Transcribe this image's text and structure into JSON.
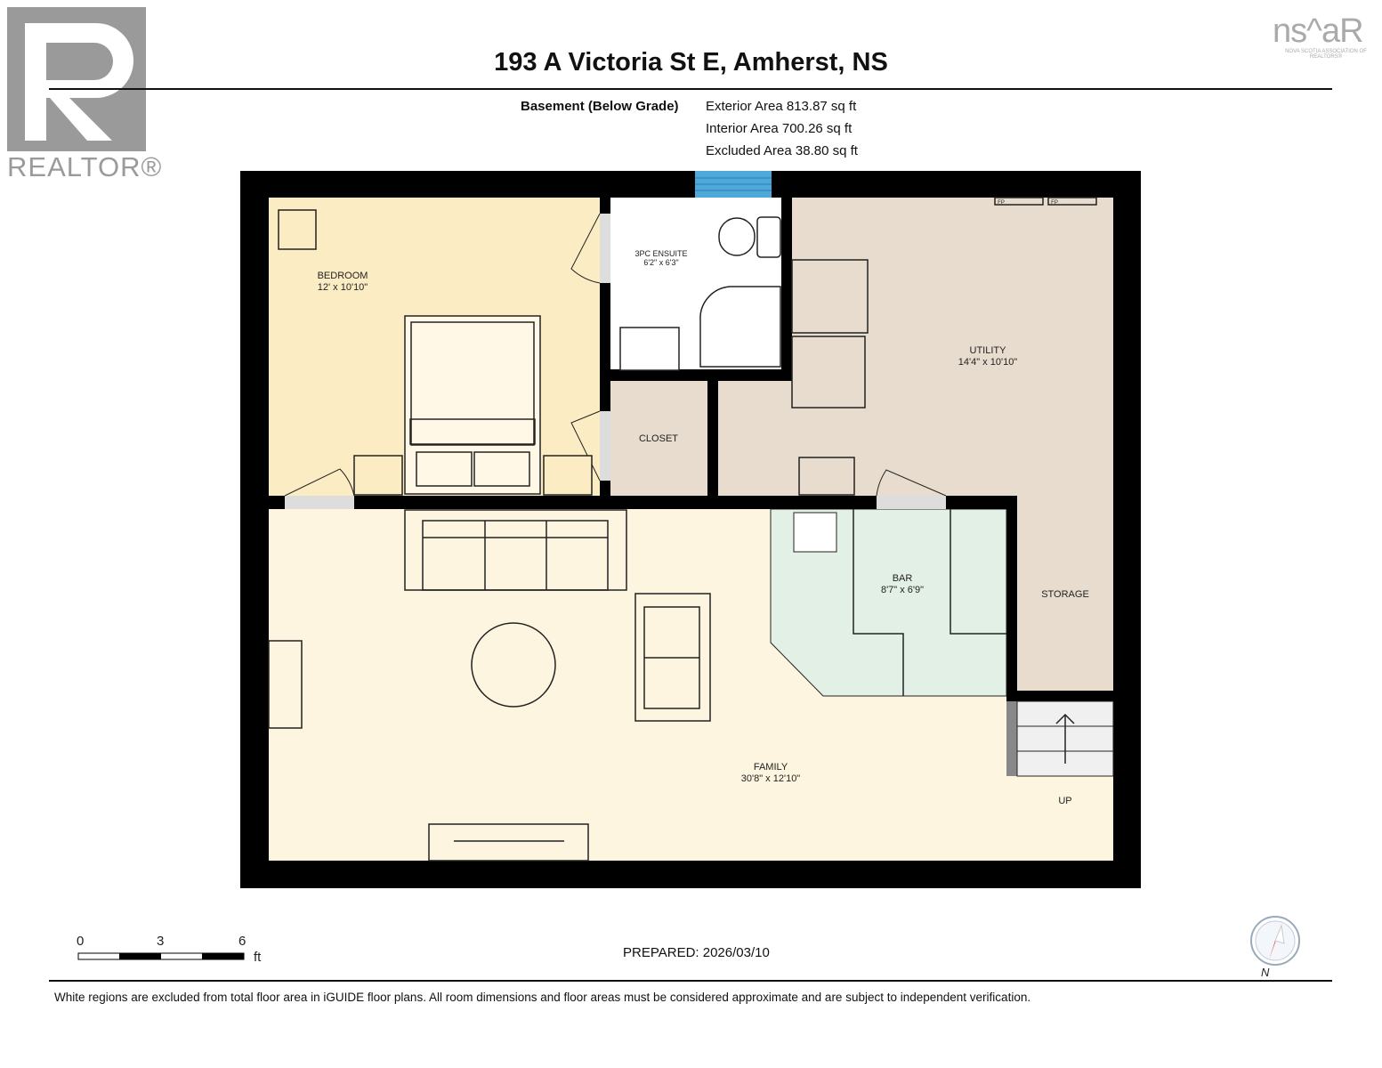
{
  "header": {
    "title": "193 A Victoria St E, Amherst, NS"
  },
  "logos": {
    "realtor": "REALTOR®",
    "nsar": "ns^aR",
    "nsar_sub": "NOVA SCOTIA ASSOCIATION OF REALTORS®"
  },
  "level": {
    "name": "Basement (Below Grade)",
    "exterior": "Exterior Area 813.87 sq ft",
    "interior": "Interior Area 700.26 sq ft",
    "excluded": "Excluded Area 38.80 sq ft"
  },
  "rooms": {
    "bedroom": {
      "name": "BEDROOM",
      "dims": "12' x 10'10\""
    },
    "ensuite": {
      "name": "3PC ENSUITE",
      "dims": "6'2\" x 6'3\""
    },
    "utility": {
      "name": "UTILITY",
      "dims": "14'4\" x 10'10\""
    },
    "closet": {
      "name": "CLOSET"
    },
    "bar": {
      "name": "BAR",
      "dims": "8'7\" x 6'9\""
    },
    "storage": {
      "name": "STORAGE"
    },
    "family": {
      "name": "FAMILY",
      "dims": "30'8\" x 12'10\""
    },
    "stairs": {
      "label": "UP"
    },
    "fp1": "FP",
    "fp2": "FP"
  },
  "colors": {
    "bedroom": "#fcecc4",
    "family": "#fdf5df",
    "utility": "#e7dccd",
    "bar": "#e2f0e6",
    "window": "#4ea9da",
    "wall": "#000000"
  },
  "scale": {
    "ticks": [
      "0",
      "3",
      "6"
    ],
    "unit": "ft"
  },
  "footer": {
    "prepared": "PREPARED: 2026/03/10",
    "compass": "N",
    "disclaimer": "White regions are excluded from total floor area in iGUIDE floor plans. All room dimensions and floor areas must be considered approximate and are subject to independent verification."
  }
}
